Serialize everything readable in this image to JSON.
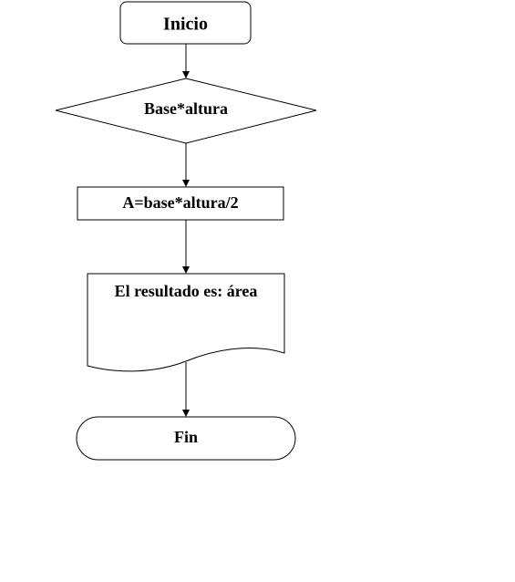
{
  "diagram": {
    "type": "flowchart",
    "line_color": "#000000",
    "fill_color": "#ffffff",
    "nodes": [
      {
        "id": "start",
        "shape": "rounded-rectangle",
        "label": "Inicio"
      },
      {
        "id": "input",
        "shape": "diamond",
        "label": "Base*altura"
      },
      {
        "id": "process",
        "shape": "rectangle",
        "label": "A=base*altura/2"
      },
      {
        "id": "output",
        "shape": "document",
        "label": "El resultado es: área"
      },
      {
        "id": "end",
        "shape": "terminator",
        "label": "Fin"
      }
    ],
    "edges": [
      {
        "from": "start",
        "to": "input"
      },
      {
        "from": "input",
        "to": "process"
      },
      {
        "from": "process",
        "to": "output"
      },
      {
        "from": "output",
        "to": "end"
      }
    ]
  }
}
